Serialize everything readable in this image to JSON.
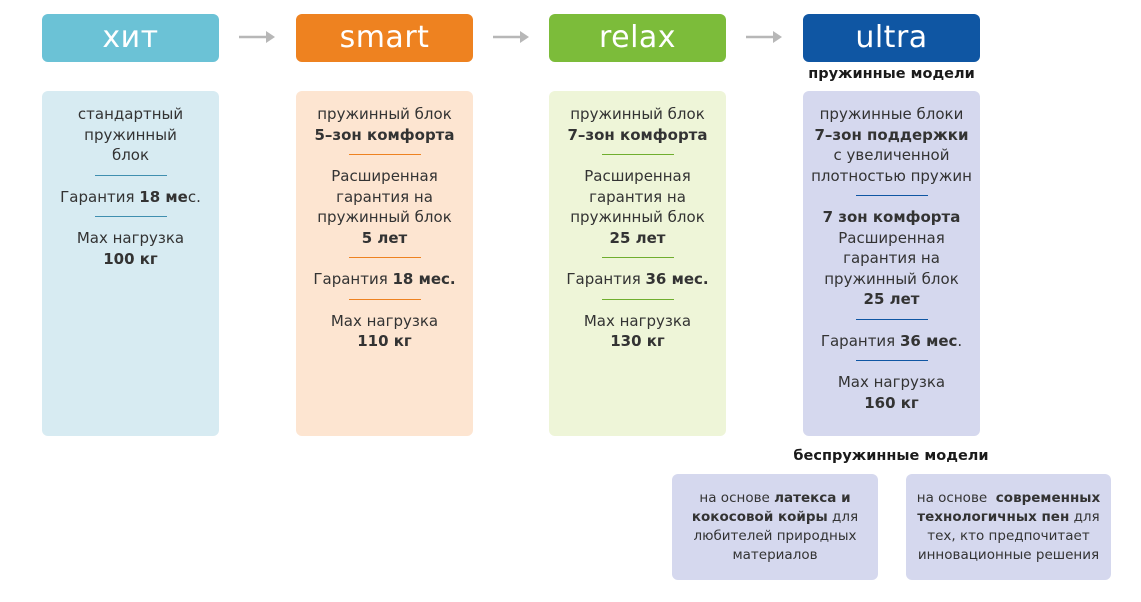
{
  "colors": {
    "hit": "#6bc2d6",
    "smart": "#ee8220",
    "relax": "#7cbc3a",
    "ultra": "#0f56a3",
    "arrow": "#b7b7b7",
    "hit_panel": "#d7ebf2",
    "smart_panel": "#fde5d1",
    "relax_panel": "#eef5d8",
    "ultra_panel": "#d5d8ee"
  },
  "tiers": [
    {
      "name": "хит",
      "icon": "arrow-right-icon",
      "specs": [
        {
          "lines": [
            {
              "text": "стандартный"
            },
            {
              "text": "пружинный"
            },
            {
              "text": "блок"
            }
          ]
        },
        {
          "lines": [
            {
              "parts": [
                "Гарантия ",
                "18 ме",
                "с."
              ]
            }
          ]
        },
        {
          "lines": [
            {
              "text": "Мах нагрузка"
            },
            {
              "bold": "100 кг"
            }
          ]
        }
      ]
    },
    {
      "name": "smart",
      "specs": [
        {
          "lines": [
            {
              "text": "пружинный блок"
            },
            {
              "bold": "5–зон комфорта"
            }
          ]
        },
        {
          "lines": [
            {
              "text": "Расширенная"
            },
            {
              "text": "гарантия на"
            },
            {
              "text": "пружинный блок"
            },
            {
              "bold": "5 лет"
            }
          ]
        },
        {
          "lines": [
            {
              "parts": [
                "Гарантия ",
                "18 мес.",
                ""
              ]
            }
          ]
        },
        {
          "lines": [
            {
              "text": "Мах нагрузка"
            },
            {
              "bold": "110 кг"
            }
          ]
        }
      ]
    },
    {
      "name": "relax",
      "specs": [
        {
          "lines": [
            {
              "text": "пружинный блок"
            },
            {
              "bold": "7–зон комфорта"
            }
          ]
        },
        {
          "lines": [
            {
              "text": "Расширенная"
            },
            {
              "text": "гарантия на"
            },
            {
              "text": "пружинный блок"
            },
            {
              "bold": "25 лет"
            }
          ]
        },
        {
          "lines": [
            {
              "parts": [
                "Гарантия ",
                "36 мес.",
                ""
              ]
            }
          ]
        },
        {
          "lines": [
            {
              "text": "Мах нагрузка"
            },
            {
              "bold": "130 кг"
            }
          ]
        }
      ]
    },
    {
      "name": "ultra",
      "specs": [
        {
          "lines": [
            {
              "text": "пружинные блоки"
            },
            {
              "bold": "7–зон поддержки"
            },
            {
              "text": "с увеличенной"
            },
            {
              "text": "плотностью пружин"
            }
          ]
        },
        {
          "lines": [
            {
              "bold": "7 зон комфорта"
            },
            {
              "text": "Расширенная"
            },
            {
              "text": "гарантия на"
            },
            {
              "text": "пружинный блок"
            },
            {
              "bold": "25 лет"
            }
          ]
        },
        {
          "lines": [
            {
              "parts": [
                "Гарантия ",
                "36 мес",
                "."
              ]
            }
          ]
        },
        {
          "lines": [
            {
              "text": "Мах нагрузка"
            },
            {
              "bold": "160 кг"
            }
          ]
        }
      ]
    }
  ],
  "spring_label": "пружинные модели",
  "springless_label": "беспружинные модели",
  "springless": [
    {
      "lines": [
        {
          "segs": [
            {
              "t": "на основе "
            },
            {
              "t": "латекса и",
              "b": true
            }
          ]
        },
        {
          "segs": [
            {
              "t": "кокосовой койры",
              "b": true
            },
            {
              "t": " для"
            }
          ]
        },
        {
          "segs": [
            {
              "t": "любителей природных"
            }
          ]
        },
        {
          "segs": [
            {
              "t": "материалов"
            }
          ]
        }
      ]
    },
    {
      "lines": [
        {
          "segs": [
            {
              "t": "на основе  "
            },
            {
              "t": "современных",
              "b": true
            }
          ]
        },
        {
          "segs": [
            {
              "t": "технологичных пен",
              "b": true
            },
            {
              "t": " для"
            }
          ]
        },
        {
          "segs": [
            {
              "t": "тех, кто предпочитает"
            }
          ]
        },
        {
          "segs": [
            {
              "t": "инновационные решения"
            }
          ]
        }
      ]
    }
  ]
}
